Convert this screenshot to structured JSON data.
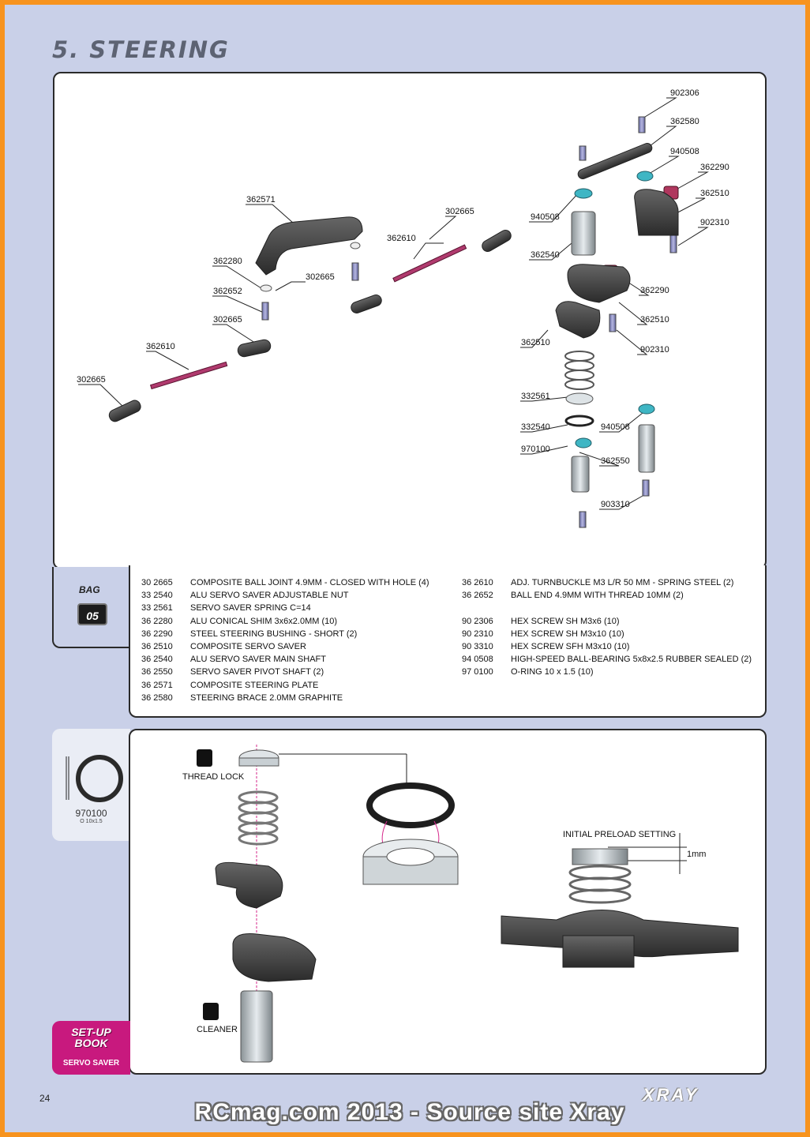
{
  "section": {
    "title": "5. STEERING"
  },
  "diagram": {
    "callouts": [
      "902306",
      "362580",
      "940508",
      "362290",
      "362510",
      "902310",
      "940508",
      "362540",
      "362290",
      "362510",
      "902310",
      "362510",
      "332561",
      "332540",
      "970100",
      "940508",
      "362550",
      "903310",
      "302665",
      "362571",
      "362610",
      "302665",
      "362280",
      "362652",
      "302665",
      "362610",
      "302665"
    ]
  },
  "bag": {
    "label": "BAG",
    "number": "05"
  },
  "parts_left": [
    {
      "code": "30 2665",
      "desc": "COMPOSITE BALL JOINT 4.9MM - CLOSED WITH HOLE (4)"
    },
    {
      "code": "33 2540",
      "desc": "ALU SERVO SAVER ADJUSTABLE NUT"
    },
    {
      "code": "33 2561",
      "desc": "SERVO SAVER SPRING C=14"
    },
    {
      "code": "36 2280",
      "desc": "ALU CONICAL SHIM 3x6x2.0MM (10)"
    },
    {
      "code": "36 2290",
      "desc": "STEEL STEERING BUSHING - SHORT (2)"
    },
    {
      "code": "36 2510",
      "desc": "COMPOSITE SERVO SAVER"
    },
    {
      "code": "36 2540",
      "desc": "ALU SERVO SAVER MAIN SHAFT"
    },
    {
      "code": "36 2550",
      "desc": "SERVO SAVER PIVOT SHAFT (2)"
    },
    {
      "code": "36 2571",
      "desc": "COMPOSITE STEERING PLATE"
    },
    {
      "code": "36 2580",
      "desc": "STEERING BRACE 2.0MM GRAPHITE"
    }
  ],
  "parts_right": [
    {
      "code": "36 2610",
      "desc": "ADJ. TURNBUCKLE M3 L/R 50 MM  - SPRING STEEL (2)"
    },
    {
      "code": "36 2652",
      "desc": "BALL END 4.9MM WITH THREAD 10MM (2)"
    },
    {
      "code": "90 2306",
      "desc": "HEX SCREW  SH M3x6  (10)"
    },
    {
      "code": "90 2310",
      "desc": "HEX SCREW  SH M3x10  (10)"
    },
    {
      "code": "90 3310",
      "desc": "HEX SCREW  SFH M3x10  (10)"
    },
    {
      "code": "94 0508",
      "desc": "HIGH-SPEED BALL-BEARING 5x8x2.5 RUBBER SEALED  (2)"
    },
    {
      "code": "97 0100",
      "desc": "O-RING 10 x 1.5  (10)"
    }
  ],
  "oring": {
    "code": "970100",
    "size": "O 10x1.5"
  },
  "detail": {
    "thread_lock": "THREAD LOCK",
    "cleaner": "CLEANER",
    "preload": "INITIAL PRELOAD SETTING",
    "gap": "1mm"
  },
  "setup_book": {
    "line1": "SET-UP",
    "line2": "BOOK",
    "subtitle": "SERVO SAVER"
  },
  "footer": {
    "page": "24",
    "logo": "XRAY",
    "watermark": "RCmag.com 2013 - Source site Xray"
  }
}
